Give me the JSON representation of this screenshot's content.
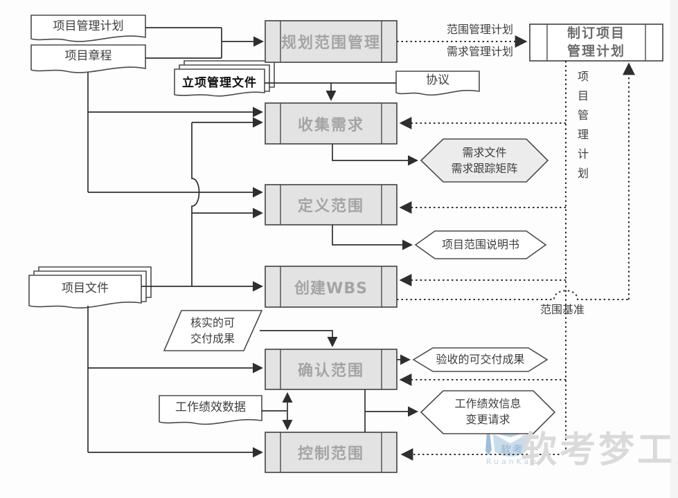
{
  "diagram": {
    "nodes": {
      "project_mgmt_plan": {
        "label": "项目管理计划"
      },
      "project_charter": {
        "label": "项目章程"
      },
      "initiation_docs": {
        "label": "立项管理文件"
      },
      "plan_scope_mgmt": {
        "label": "规划范围管理"
      },
      "agreements": {
        "label": "协议"
      },
      "collect_requirements": {
        "label": "收集需求"
      },
      "req_docs": {
        "line1": "需求文件",
        "line2": "需求跟踪矩阵"
      },
      "define_scope": {
        "label": "定义范围"
      },
      "scope_statement": {
        "label": "项目范围说明书"
      },
      "create_wbs": {
        "label": "创建WBS"
      },
      "project_docs": {
        "label": "项目文件"
      },
      "verified_deliverables": {
        "line1": "核实的可",
        "line2": "交付成果"
      },
      "validate_scope": {
        "label": "确认范围"
      },
      "accepted_deliverables": {
        "label": "验收的可交付成果"
      },
      "work_perf_data": {
        "label": "工作绩效数据"
      },
      "wpi_change_req": {
        "line1": "工作绩效信息",
        "line2": "变更请求"
      },
      "control_scope": {
        "label": "控制范围"
      },
      "develop_pm_plan": {
        "line1": "制订项目",
        "line2": "管理计划"
      }
    },
    "edge_labels": {
      "scope_mgmt_plan": "范围管理计划",
      "req_mgmt_plan": "需求管理计划",
      "scope_baseline": "范围基准",
      "pm_plan_vertical": "项目管理计划"
    },
    "watermark": {
      "brand": "软考梦工厂",
      "logo_text": "软考",
      "logo_subtext": "RuanKao"
    },
    "colors": {
      "process_fill": "#e3e3e3",
      "line": "#3a3a3a",
      "watermark_gray": "#dadada",
      "watermark_blue": "#a9c6de"
    }
  }
}
